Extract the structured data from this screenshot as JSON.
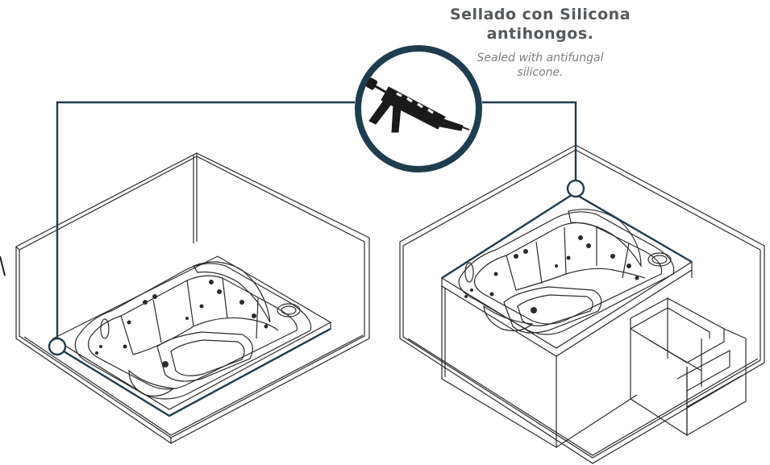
{
  "callout": {
    "title_line1": "Sellado con Silicona",
    "title_line2": "antihongos.",
    "subtitle_line1": "Sealed with antifungal",
    "subtitle_line2": "silicone."
  },
  "icons": {
    "callout_icon": "caulking-gun-icon"
  },
  "colors": {
    "accent": "#1e3d4f",
    "line_art": "#2b2b2b",
    "title_text": "#55595c",
    "subtitle_text": "#7a7d80"
  }
}
